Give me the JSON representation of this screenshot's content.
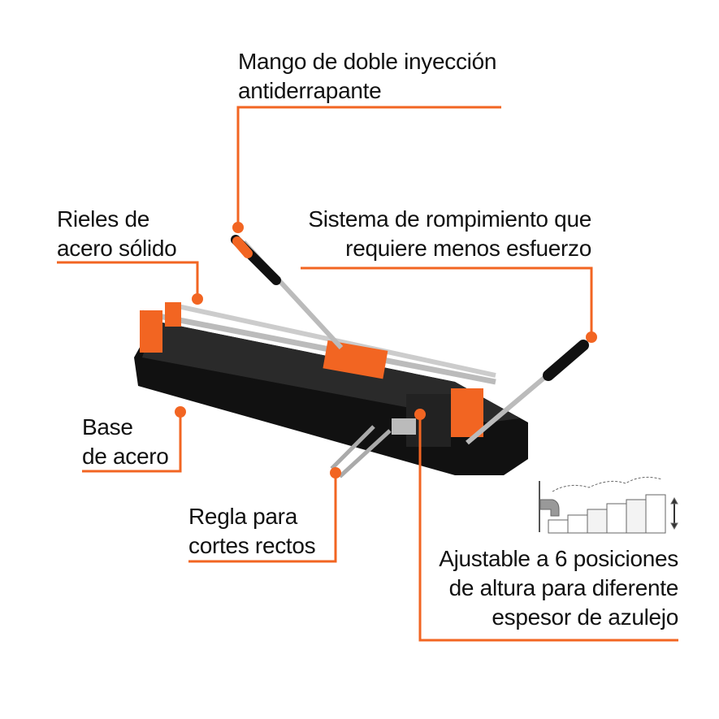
{
  "accent_color": "#f26522",
  "callouts": {
    "handle": {
      "lines": [
        "Mango de doble inyección",
        "antiderrapante"
      ]
    },
    "rails": {
      "lines": [
        "Rieles de",
        "acero sólido"
      ]
    },
    "breaking": {
      "lines": [
        "Sistema de rompimiento que",
        "requiere menos esfuerzo"
      ]
    },
    "base": {
      "lines": [
        "Base",
        "de acero"
      ]
    },
    "ruler": {
      "lines": [
        "Regla para",
        "cortes rectos"
      ]
    },
    "height": {
      "lines": [
        "Ajustable a 6 posiciones",
        "de altura para diferente",
        "espesor de azulejo"
      ]
    }
  },
  "height_diagram": {
    "positions": 6,
    "icon": "up-down-arrow-icon"
  }
}
